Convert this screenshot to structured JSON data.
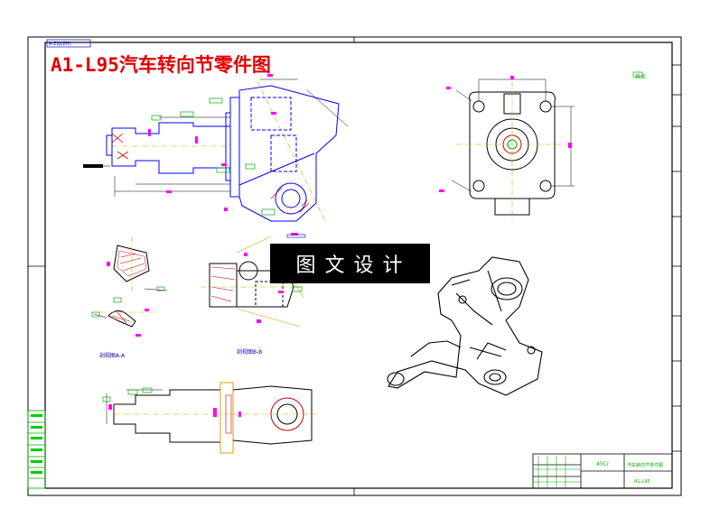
{
  "drawing": {
    "title": "A1-L95汽车转向节零件图",
    "top_left_tag": "A-ZXJ(ZH)",
    "banner": "图文设计",
    "section_a_label": "剖视图A-A",
    "section_b_label": "剖视图B-B",
    "roughness_note": "其余",
    "scale_note": "45Cr",
    "title_block_name": "汽车转向节零件图",
    "title_block_code": "A1-L95"
  },
  "colors": {
    "frame": "#000000",
    "title": "#e00000",
    "line_blue": "#0000ff",
    "dim_magenta": "#ff00ff",
    "dim_green": "#00cc00",
    "hatch_red": "#cc0000",
    "center_yellow": "#d8a000",
    "banner_bg": "#000000",
    "banner_fg": "#ffffff"
  }
}
